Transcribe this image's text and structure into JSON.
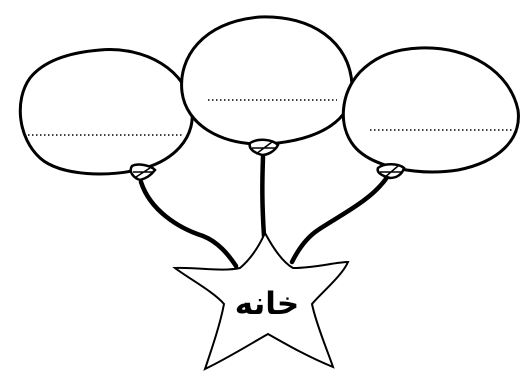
{
  "center_word": "خانه",
  "balloons": [
    {
      "id": "left",
      "blank": ""
    },
    {
      "id": "middle",
      "blank": ""
    },
    {
      "id": "right",
      "blank": ""
    }
  ],
  "colors": {
    "ink": "#000000",
    "paper": "#ffffff"
  }
}
